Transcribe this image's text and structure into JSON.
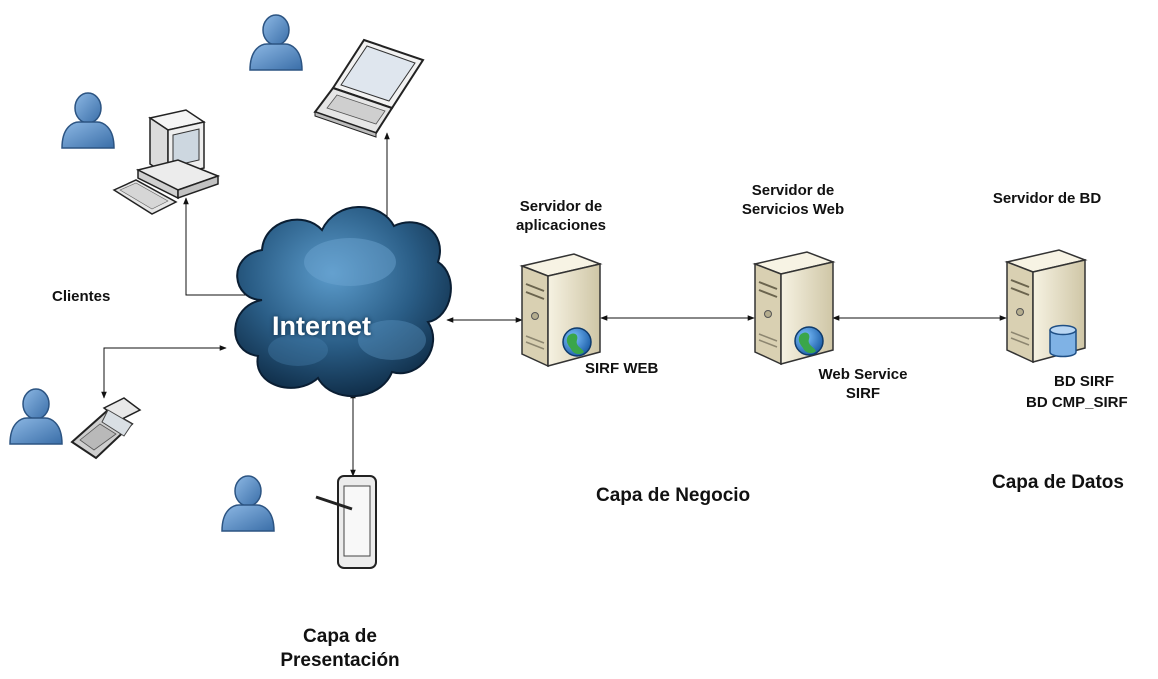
{
  "cloud": {
    "label": "Internet"
  },
  "clients": {
    "label": "Clientes"
  },
  "servers": {
    "app": {
      "title": "Servidor de aplicaciones",
      "sublabel": "SIRF WEB"
    },
    "ws": {
      "title": "Servidor de Servicios Web",
      "sublabel": "Web Service SIRF"
    },
    "db": {
      "title": "Servidor de BD",
      "sublabel_1": "BD SIRF",
      "sublabel_2": "BD CMP_SIRF"
    }
  },
  "layers": {
    "presentation": "Capa de Presentación",
    "business": "Capa de Negocio",
    "data": "Capa de Datos"
  },
  "colors": {
    "user_body": "#4f86c2",
    "cloud_dark": "#0e2f4d",
    "cloud_light": "#4d8dbf",
    "server_body": "#e9e3cd",
    "globe": "#2d7dc9"
  },
  "icons": {
    "users": "user-icon",
    "devices": [
      "desktop-computer-icon",
      "laptop-icon",
      "mobile-phone-icon",
      "tablet-icon"
    ],
    "servers": [
      "server-icon",
      "globe-icon",
      "database-icon"
    ]
  }
}
